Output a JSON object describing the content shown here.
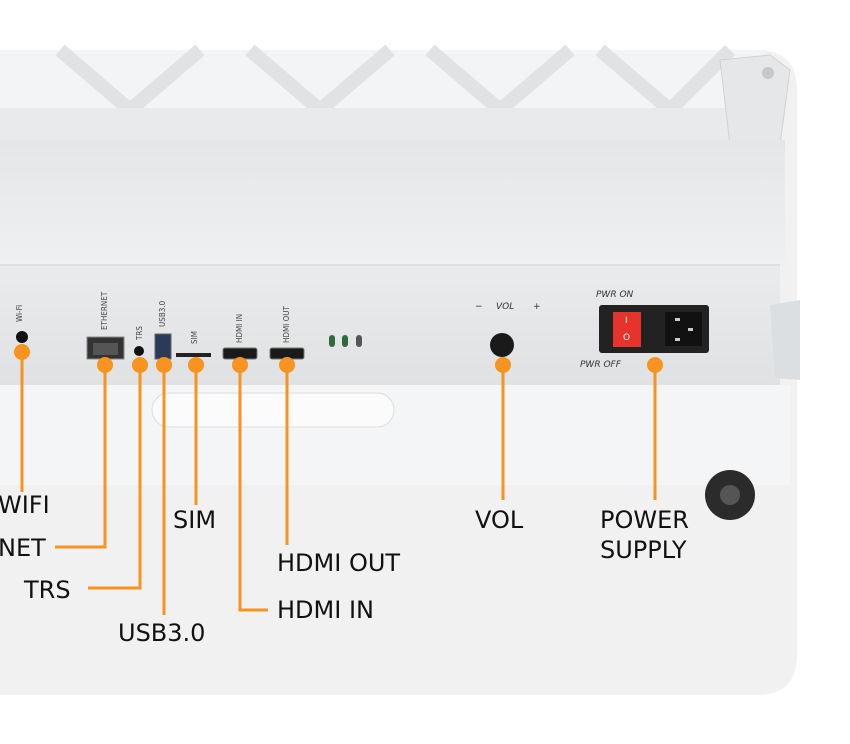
{
  "callouts": {
    "wifi": "WIFI",
    "ethernet": "NET",
    "trs": "TRS",
    "usb": "USB3.0",
    "sim": "SIM",
    "hdmi_out": "HDMI OUT",
    "hdmi_in": "HDMI IN",
    "vol": "VOL",
    "power_line1": "POWER",
    "power_line2": "SUPPLY"
  },
  "panel_print": {
    "wifi": "Wi-Fi",
    "ethernet": "ETHERNET",
    "trs": "TRS",
    "usb": "USB3.0",
    "sim": "SIM",
    "hdmi_in": "HDMI IN",
    "hdmi_out": "HDMI OUT",
    "vol_minus": "−",
    "vol": "VOL",
    "vol_plus": "+",
    "pwr_on": "PWR ON",
    "pwr_off": "PWR OFF",
    "switch_on": "I",
    "switch_off": "O"
  },
  "colors": {
    "accent": "#f7931e",
    "switch": "#e8322c"
  }
}
